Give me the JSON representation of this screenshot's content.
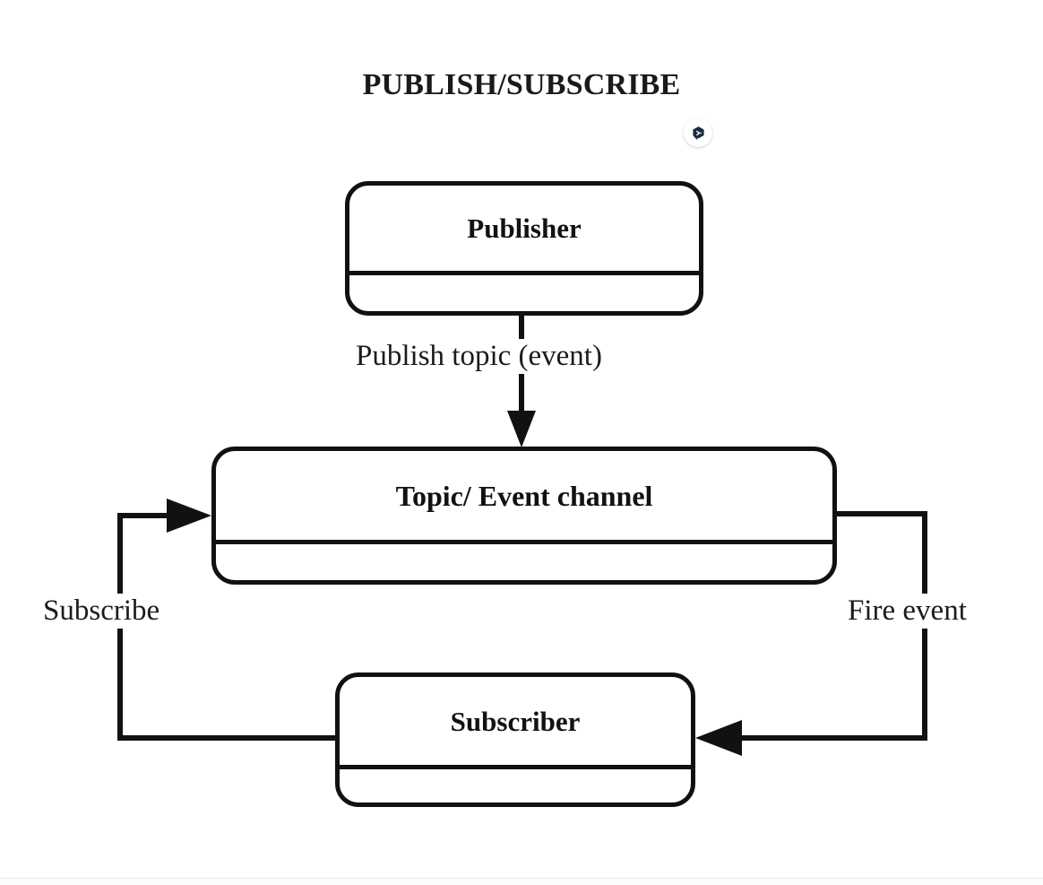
{
  "diagram": {
    "title": "PUBLISH/SUBSCRIBE",
    "type": "flow-diagram",
    "background_color": "#ffffff",
    "line_color": "#111111",
    "text_color": "#121212",
    "nodes": [
      {
        "id": "publisher",
        "label": "Publisher",
        "shape": "rounded-rectangle-two-compartment"
      },
      {
        "id": "topic",
        "label": "Topic/ Event channel",
        "shape": "rounded-rectangle-two-compartment"
      },
      {
        "id": "subscriber",
        "label": "Subscriber",
        "shape": "rounded-rectangle-two-compartment"
      }
    ],
    "edges": [
      {
        "id": "publish",
        "label": "Publish topic (event)",
        "from": "publisher",
        "to": "topic",
        "direction": "down",
        "arrowhead": "solid-triangle"
      },
      {
        "id": "subscribe",
        "label": "Subscribe",
        "from": "subscriber",
        "to": "topic",
        "direction": "left-up-right",
        "arrowhead": "solid-triangle"
      },
      {
        "id": "fire-event",
        "label": "Fire event",
        "from": "topic",
        "to": "subscriber",
        "direction": "right-down-left",
        "arrowhead": "solid-triangle"
      }
    ]
  },
  "widgets": {
    "chat_badge": {
      "icon": "chat-bubble-icon",
      "color": "#1c2b43"
    }
  }
}
